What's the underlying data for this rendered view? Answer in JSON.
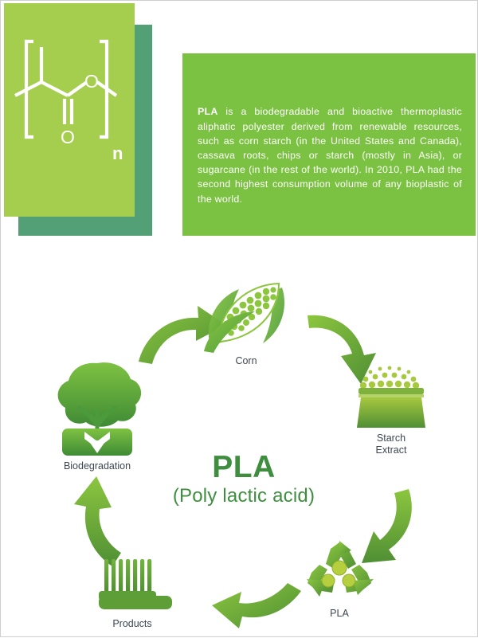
{
  "header": {
    "structure": {
      "icon_name": "pla-polymer-chemical-structure",
      "repeat_subscript": "n",
      "atom_label_ester_oxygen": "O",
      "atom_label_carbonyl_oxygen": "O"
    },
    "intro": {
      "lead": "PLA",
      "body": " is a biodegradable and bioactive thermoplastic aliphatic polyester derived from renewable resources, such as corn starch (in the United States and Canada), cassava roots, chips or starch (mostly in Asia), or sugarcane (in the rest of the world). In 2010, PLA had the second highest consumption volume of any bioplastic of the world."
    }
  },
  "cycle": {
    "center_title": "PLA",
    "center_subtitle": "(Poly lactic acid)",
    "nodes": [
      {
        "id": "corn",
        "label": "Corn",
        "icon": "corn-cob-icon"
      },
      {
        "id": "starch",
        "label": "Starch\nExtract",
        "icon": "starch-sack-icon"
      },
      {
        "id": "pla",
        "label": "PLA",
        "icon": "recycle-pellets-icon"
      },
      {
        "id": "products",
        "label": "Products",
        "icon": "toothbrush-icon"
      },
      {
        "id": "biodegradation",
        "label": "Biodegradation",
        "icon": "tree-compost-arrow-icon"
      }
    ],
    "arrows": [
      {
        "id": "arrow-biodegradation-to-corn",
        "direction": "right-up",
        "icon": "curved-arrow-icon"
      },
      {
        "id": "arrow-corn-to-starch",
        "direction": "right-down",
        "icon": "curved-arrow-icon"
      },
      {
        "id": "arrow-starch-to-pla",
        "direction": "down",
        "icon": "curved-arrow-icon"
      },
      {
        "id": "arrow-pla-to-products",
        "direction": "left",
        "icon": "curved-arrow-icon"
      },
      {
        "id": "arrow-products-to-biodegradation",
        "direction": "up",
        "icon": "curved-arrow-icon"
      }
    ]
  },
  "colors": {
    "panel_light_green": "#a5ce4f",
    "panel_shadow_green": "#53a077",
    "textbox_green": "#7cc242",
    "title_green": "#3f8e3f",
    "arrow_green": "#7ab843",
    "arrow_green_dark": "#4d8c33",
    "label_gray": "#3c4652",
    "background": "#ffffff"
  }
}
